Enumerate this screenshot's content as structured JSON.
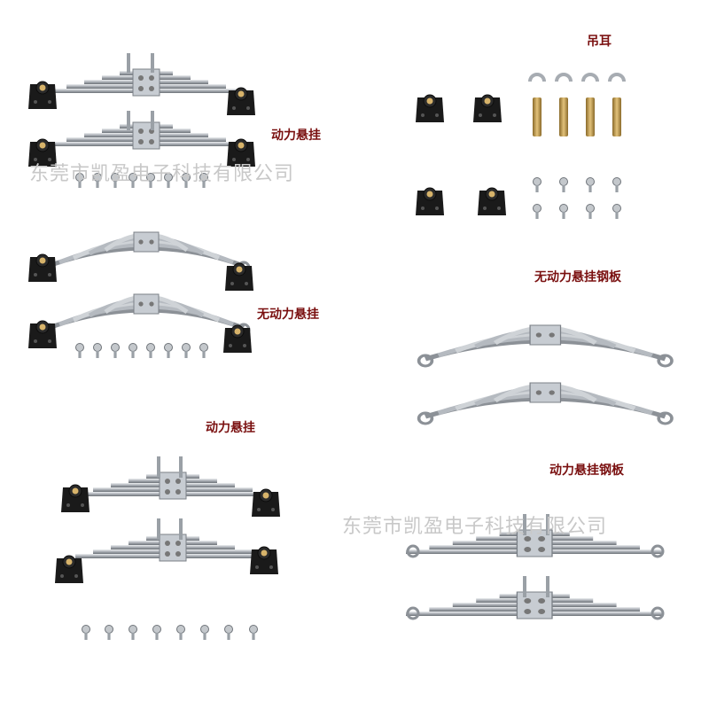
{
  "labels": {
    "powered_suspension_top": "动力悬挂",
    "unpowered_suspension": "无动力悬挂",
    "powered_suspension_bottom": "动力悬挂",
    "shackle": "吊耳",
    "unpowered_leaf_spring": "无动力悬挂钢板",
    "powered_leaf_spring": "动力悬挂钢板"
  },
  "watermarks": {
    "top": "东莞市凯盈电子科技有限公司",
    "bottom": "东莞市凯盈电子科技有限公司"
  },
  "colors": {
    "label": "#7a1010",
    "watermark": "#c8c8c8",
    "steel": "#b9bec4",
    "bracket": "#1a1a1a",
    "brass": "#c9a04a"
  }
}
